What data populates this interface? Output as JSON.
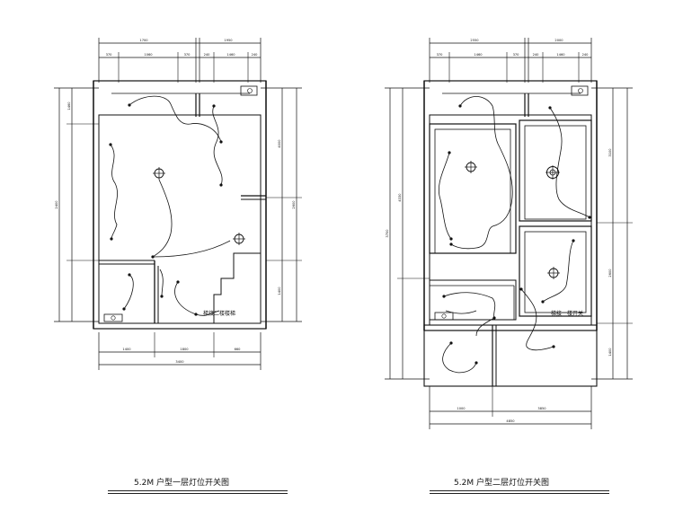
{
  "plans": [
    {
      "title": "5.2M 户型一层灯位开关图",
      "annotation": "梯接二楼楼梯",
      "dims_top": [
        "1700",
        "1950"
      ],
      "dims_top_detail": [
        "370",
        "1060",
        "370",
        "240",
        "1460",
        "240"
      ],
      "dims_left": [
        "1460",
        "2400"
      ],
      "dims_right": [
        "4000",
        "2600",
        "1400"
      ],
      "dims_bottom": [
        "1400",
        "1800",
        "660"
      ],
      "dims_bottom_total": "3400"
    },
    {
      "title": "5.2M 户型二层灯位开关图",
      "annotation": "梯接一楼开关",
      "dims_top": [
        "2550",
        "2000"
      ],
      "dims_top_detail": [
        "370",
        "1460",
        "370",
        "240",
        "1460",
        "240"
      ],
      "dims_left": [
        "4330",
        "3700"
      ],
      "dims_right": [
        "3100",
        "2600",
        "1400"
      ],
      "dims_bottom": [
        "1000",
        "3850"
      ],
      "dims_bottom_total": "4850"
    }
  ]
}
